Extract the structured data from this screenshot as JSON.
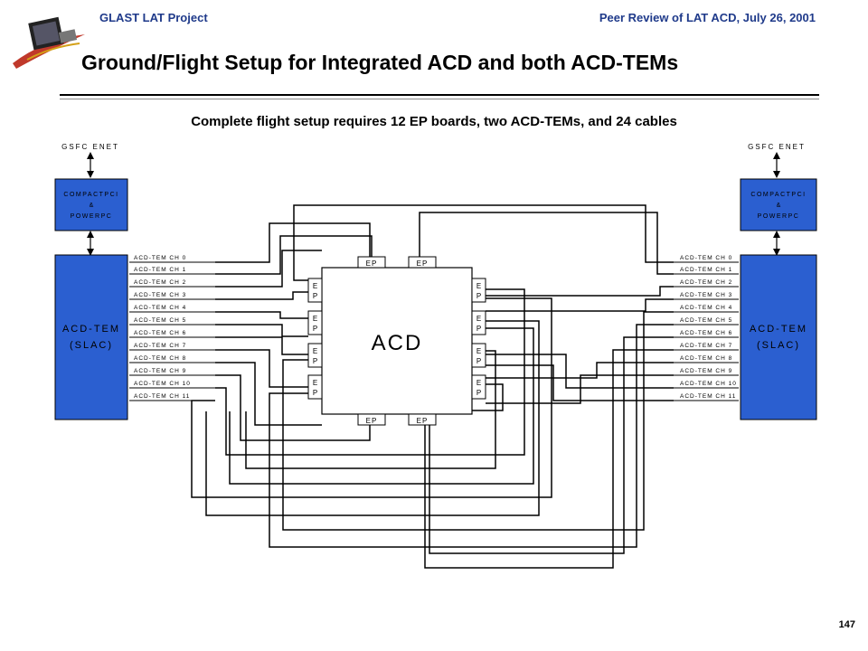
{
  "header": {
    "left": "GLAST LAT Project",
    "right": "Peer Review of LAT ACD, July 26, 2001"
  },
  "title": "Ground/Flight Setup for Integrated ACD and both ACD-TEMs",
  "subtitle": "Complete flight setup requires 12 EP boards, two ACD-TEMs, and 24 cables",
  "page_number": "147",
  "left_stack": {
    "enet": "GSFC ENET",
    "cpci": [
      "COMPACTPCI",
      "&",
      "POWERPC"
    ],
    "tem": [
      "ACD-TEM",
      "(SLAC)"
    ]
  },
  "right_stack": {
    "enet": "GSFC ENET",
    "cpci": [
      "COMPACTPCI",
      "&",
      "POWERPC"
    ],
    "tem": [
      "ACD-TEM",
      "(SLAC)"
    ]
  },
  "channels": [
    "ACD-TEM CH 0",
    "ACD-TEM CH 1",
    "ACD-TEM CH 2",
    "ACD-TEM CH 3",
    "ACD-TEM CH 4",
    "ACD-TEM CH 5",
    "ACD-TEM CH 6",
    "ACD-TEM CH 7",
    "ACD-TEM CH 8",
    "ACD-TEM CH 9",
    "ACD-TEM CH 10",
    "ACD-TEM CH 11"
  ],
  "acd_label": "ACD",
  "ep_label": "EP",
  "ep_vertical": [
    "E",
    "P"
  ],
  "colors": {
    "tem_fill": "#2b5fd0",
    "cpci_fill": "#2b5fd0",
    "header_text": "#1f3a8a"
  },
  "logo_icon": "glast-satellite-logo"
}
